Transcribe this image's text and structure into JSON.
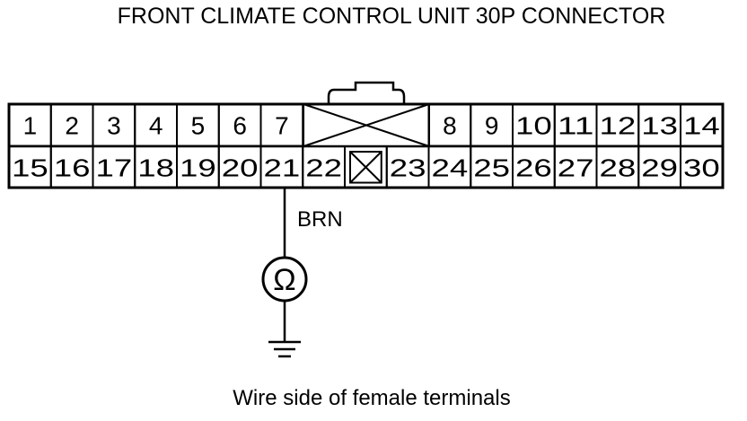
{
  "title": "FRONT CLIMATE CONTROL UNIT 30P CONNECTOR",
  "caption": "Wire side of female terminals",
  "connector": {
    "row1_left": [
      "1",
      "2",
      "3",
      "4",
      "5",
      "6",
      "7"
    ],
    "row1_right": [
      "8",
      "9",
      "10",
      "11",
      "12",
      "13",
      "14"
    ],
    "row2": [
      "15",
      "16",
      "17",
      "18",
      "19",
      "20",
      "21",
      "22",
      "",
      "23",
      "24",
      "25",
      "26",
      "27",
      "28",
      "29",
      "30"
    ]
  },
  "wire": {
    "color_label": "BRN",
    "from_terminal": "21"
  },
  "meter": {
    "symbol": "Ω",
    "name": "ohmmeter-icon"
  },
  "ground": {
    "name": "ground-icon"
  }
}
